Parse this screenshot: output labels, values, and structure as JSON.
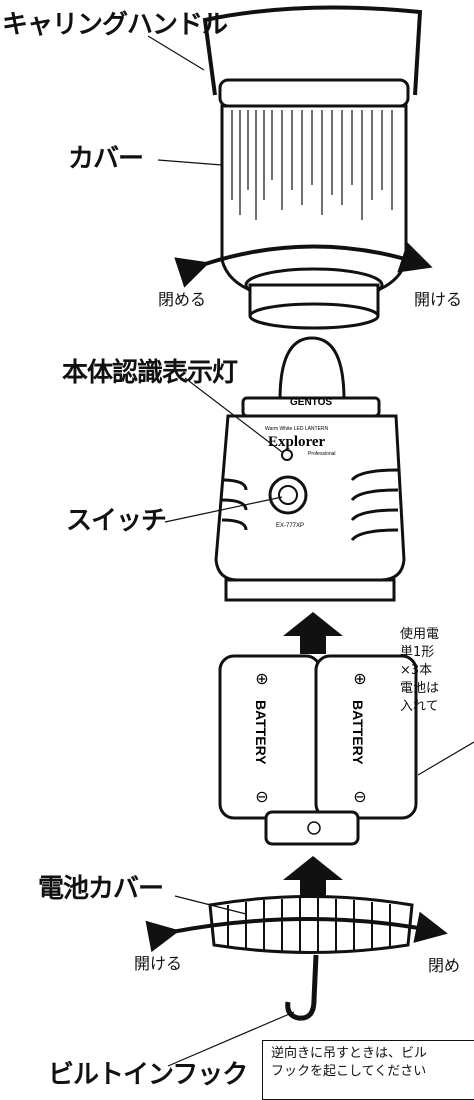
{
  "labels": {
    "carrying_handle": "キャリングハンドル",
    "cover": "カバー",
    "close_top": "閉める",
    "open_top": "開ける",
    "indicator_light": "本体認識表示灯",
    "switch": "スイッチ",
    "battery_cover": "電池カバー",
    "open_bottom": "開ける",
    "close_bottom": "閉め",
    "hook": "ビルトインフック"
  },
  "battery_note": [
    "使用電",
    "単1形",
    "×3本",
    "電池は",
    "入れて"
  ],
  "hook_note": [
    "逆向きに吊すときは、ビル",
    "フックを起こしてください"
  ],
  "product": {
    "brand": "GENTOS",
    "line1": "Warm White LED LANTERN",
    "name": "Explorer",
    "edition": "Professional",
    "model": "EX-777XP"
  },
  "battery": {
    "text": "BATTERY",
    "plus": "⊕",
    "minus": "⊖"
  }
}
